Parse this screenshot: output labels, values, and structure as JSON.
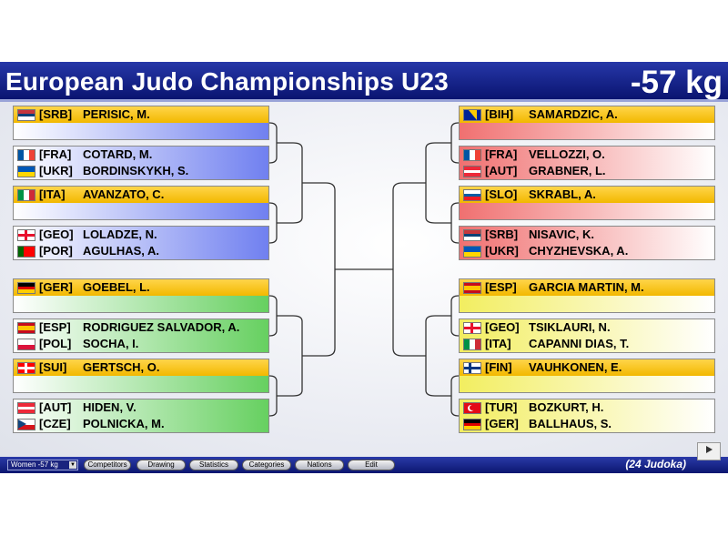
{
  "title": "European Judo Championships U23",
  "weight": "-57 kg",
  "footer": {
    "category": "Women -57 kg",
    "buttons": [
      "Competitors",
      "Drawing",
      "Statistics",
      "Categories",
      "Nations",
      "Edit"
    ],
    "count": "(24 Judoka)"
  },
  "pools": [
    {
      "side": "left",
      "color": "#7080f0",
      "colorFade": "#ffffff",
      "entries": [
        {
          "slots": [
            {
              "code": "[SRB]",
              "name": "PERISIC, M.",
              "flag": "SRB"
            },
            null
          ]
        },
        {
          "slots": [
            {
              "code": "[FRA]",
              "name": "COTARD, M.",
              "flag": "FRA"
            },
            {
              "code": "[UKR]",
              "name": "BORDINSKYKH, S.",
              "flag": "UKR"
            }
          ]
        },
        {
          "slots": [
            {
              "code": "[ITA]",
              "name": "AVANZATO, C.",
              "flag": "ITA"
            },
            null
          ]
        },
        {
          "slots": [
            {
              "code": "[GEO]",
              "name": "LOLADZE, N.",
              "flag": "GEO"
            },
            {
              "code": "[POR]",
              "name": "AGULHAS, A.",
              "flag": "POR"
            }
          ]
        }
      ]
    },
    {
      "side": "left",
      "color": "#66d060",
      "colorFade": "#ffffff",
      "entries": [
        {
          "slots": [
            {
              "code": "[GER]",
              "name": "GOEBEL, L.",
              "flag": "GER"
            },
            null
          ]
        },
        {
          "slots": [
            {
              "code": "[ESP]",
              "name": "RODRIGUEZ SALVADOR, A.",
              "flag": "ESP"
            },
            {
              "code": "[POL]",
              "name": "SOCHA, I.",
              "flag": "POL"
            }
          ]
        },
        {
          "slots": [
            {
              "code": "[SUI]",
              "name": "GERTSCH, O.",
              "flag": "SUI"
            },
            null
          ]
        },
        {
          "slots": [
            {
              "code": "[AUT]",
              "name": "HIDEN, V.",
              "flag": "AUT"
            },
            {
              "code": "[CZE]",
              "name": "POLNICKA, M.",
              "flag": "CZE"
            }
          ]
        }
      ]
    },
    {
      "side": "right",
      "color": "#f07070",
      "colorFade": "#ffffff",
      "entries": [
        {
          "slots": [
            {
              "code": "[BIH]",
              "name": "SAMARDZIC, A.",
              "flag": "BIH"
            },
            null
          ]
        },
        {
          "slots": [
            {
              "code": "[FRA]",
              "name": "VELLOZZI, O.",
              "flag": "FRA"
            },
            {
              "code": "[AUT]",
              "name": "GRABNER, L.",
              "flag": "AUT"
            }
          ]
        },
        {
          "slots": [
            {
              "code": "[SLO]",
              "name": "SKRABL, A.",
              "flag": "SLO"
            },
            null
          ]
        },
        {
          "slots": [
            {
              "code": "[SRB]",
              "name": "NISAVIC, K.",
              "flag": "SRB"
            },
            {
              "code": "[UKR]",
              "name": "CHYZHEVSKA, A.",
              "flag": "UKR"
            }
          ]
        }
      ]
    },
    {
      "side": "right",
      "color": "#f2ee60",
      "colorFade": "#ffffff",
      "entries": [
        {
          "slots": [
            {
              "code": "[ESP]",
              "name": "GARCIA MARTIN, M.",
              "flag": "ESP"
            },
            null
          ]
        },
        {
          "slots": [
            {
              "code": "[GEO]",
              "name": "TSIKLAURI, N.",
              "flag": "GEO"
            },
            {
              "code": "[ITA]",
              "name": "CAPANNI DIAS, T.",
              "flag": "ITA"
            }
          ]
        },
        {
          "slots": [
            {
              "code": "[FIN]",
              "name": "VAUHKONEN, E.",
              "flag": "FIN"
            },
            null
          ]
        },
        {
          "slots": [
            {
              "code": "[TUR]",
              "name": "BOZKURT, H.",
              "flag": "TUR"
            },
            {
              "code": "[GER]",
              "name": "BALLHAUS, S.",
              "flag": "GER"
            }
          ]
        }
      ]
    }
  ],
  "flags": {
    "SRB": {
      "stripes": [
        "#c6363c",
        "#0c4076",
        "#ffffff"
      ],
      "dir": "h"
    },
    "FRA": {
      "stripes": [
        "#0055a4",
        "#ffffff",
        "#ef4135"
      ],
      "dir": "v"
    },
    "UKR": {
      "stripes": [
        "#0057b7",
        "#ffd700"
      ],
      "dir": "h"
    },
    "ITA": {
      "stripes": [
        "#009246",
        "#ffffff",
        "#ce2b37"
      ],
      "dir": "v"
    },
    "GEO": {
      "stripes": [
        "#ffffff"
      ],
      "dir": "h",
      "cross": "#e8112d"
    },
    "POR": {
      "stripes": [
        "#006600",
        "#ff0000",
        "#ff0000"
      ],
      "dir": "v"
    },
    "GER": {
      "stripes": [
        "#000000",
        "#dd0000",
        "#ffce00"
      ],
      "dir": "h"
    },
    "ESP": {
      "stripes": [
        "#c60b1e",
        "#ffc400",
        "#ffc400",
        "#c60b1e"
      ],
      "dir": "h"
    },
    "POL": {
      "stripes": [
        "#ffffff",
        "#dc143c"
      ],
      "dir": "h"
    },
    "SUI": {
      "stripes": [
        "#ff0000"
      ],
      "dir": "h",
      "cross": "#ffffff"
    },
    "AUT": {
      "stripes": [
        "#ed2939",
        "#ffffff",
        "#ed2939"
      ],
      "dir": "h"
    },
    "CZE": {
      "stripes": [
        "#ffffff",
        "#d7141a"
      ],
      "dir": "h",
      "tri": "#11457e"
    },
    "BIH": {
      "stripes": [
        "#002395"
      ],
      "dir": "h",
      "tri": "#fecb00"
    },
    "SLO": {
      "stripes": [
        "#ffffff",
        "#005da4",
        "#ed1c24"
      ],
      "dir": "h"
    },
    "FIN": {
      "stripes": [
        "#ffffff"
      ],
      "dir": "h",
      "cross": "#003580"
    },
    "TUR": {
      "stripes": [
        "#e30a17"
      ],
      "dir": "h",
      "crescent": "#ffffff"
    }
  }
}
